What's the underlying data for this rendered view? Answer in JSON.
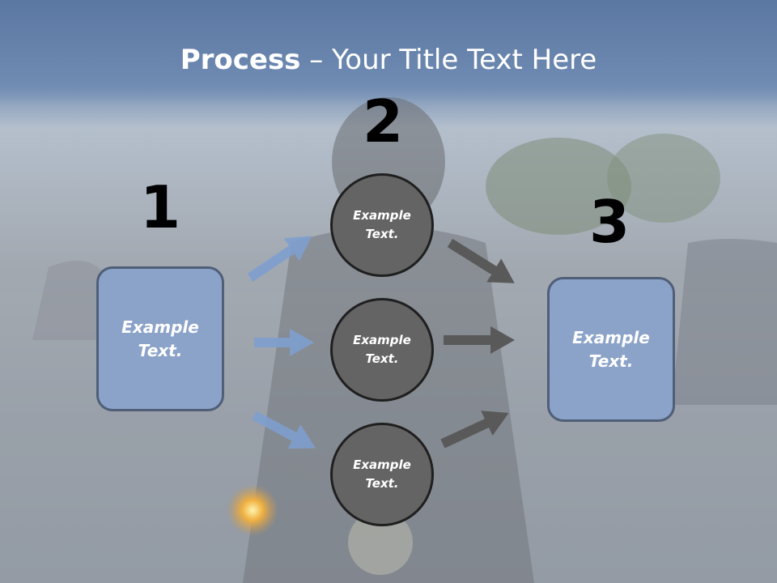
{
  "title": {
    "bold": "Process",
    "rest": " – Your Title Text Here"
  },
  "numbers": {
    "one": "1",
    "two": "2",
    "three": "3"
  },
  "left_box": {
    "line1": "Example",
    "line2": "Text."
  },
  "right_box": {
    "line1": "Example",
    "line2": "Text."
  },
  "circles": [
    {
      "line1": "Example",
      "line2": "Text."
    },
    {
      "line1": "Example",
      "line2": "Text."
    },
    {
      "line1": "Example",
      "line2": "Text."
    }
  ],
  "colors": {
    "box_fill": "#8ba2c9",
    "circle_fill": "#646464",
    "blue_arrow": "#7f9fcf",
    "gray_arrow": "#595959"
  }
}
